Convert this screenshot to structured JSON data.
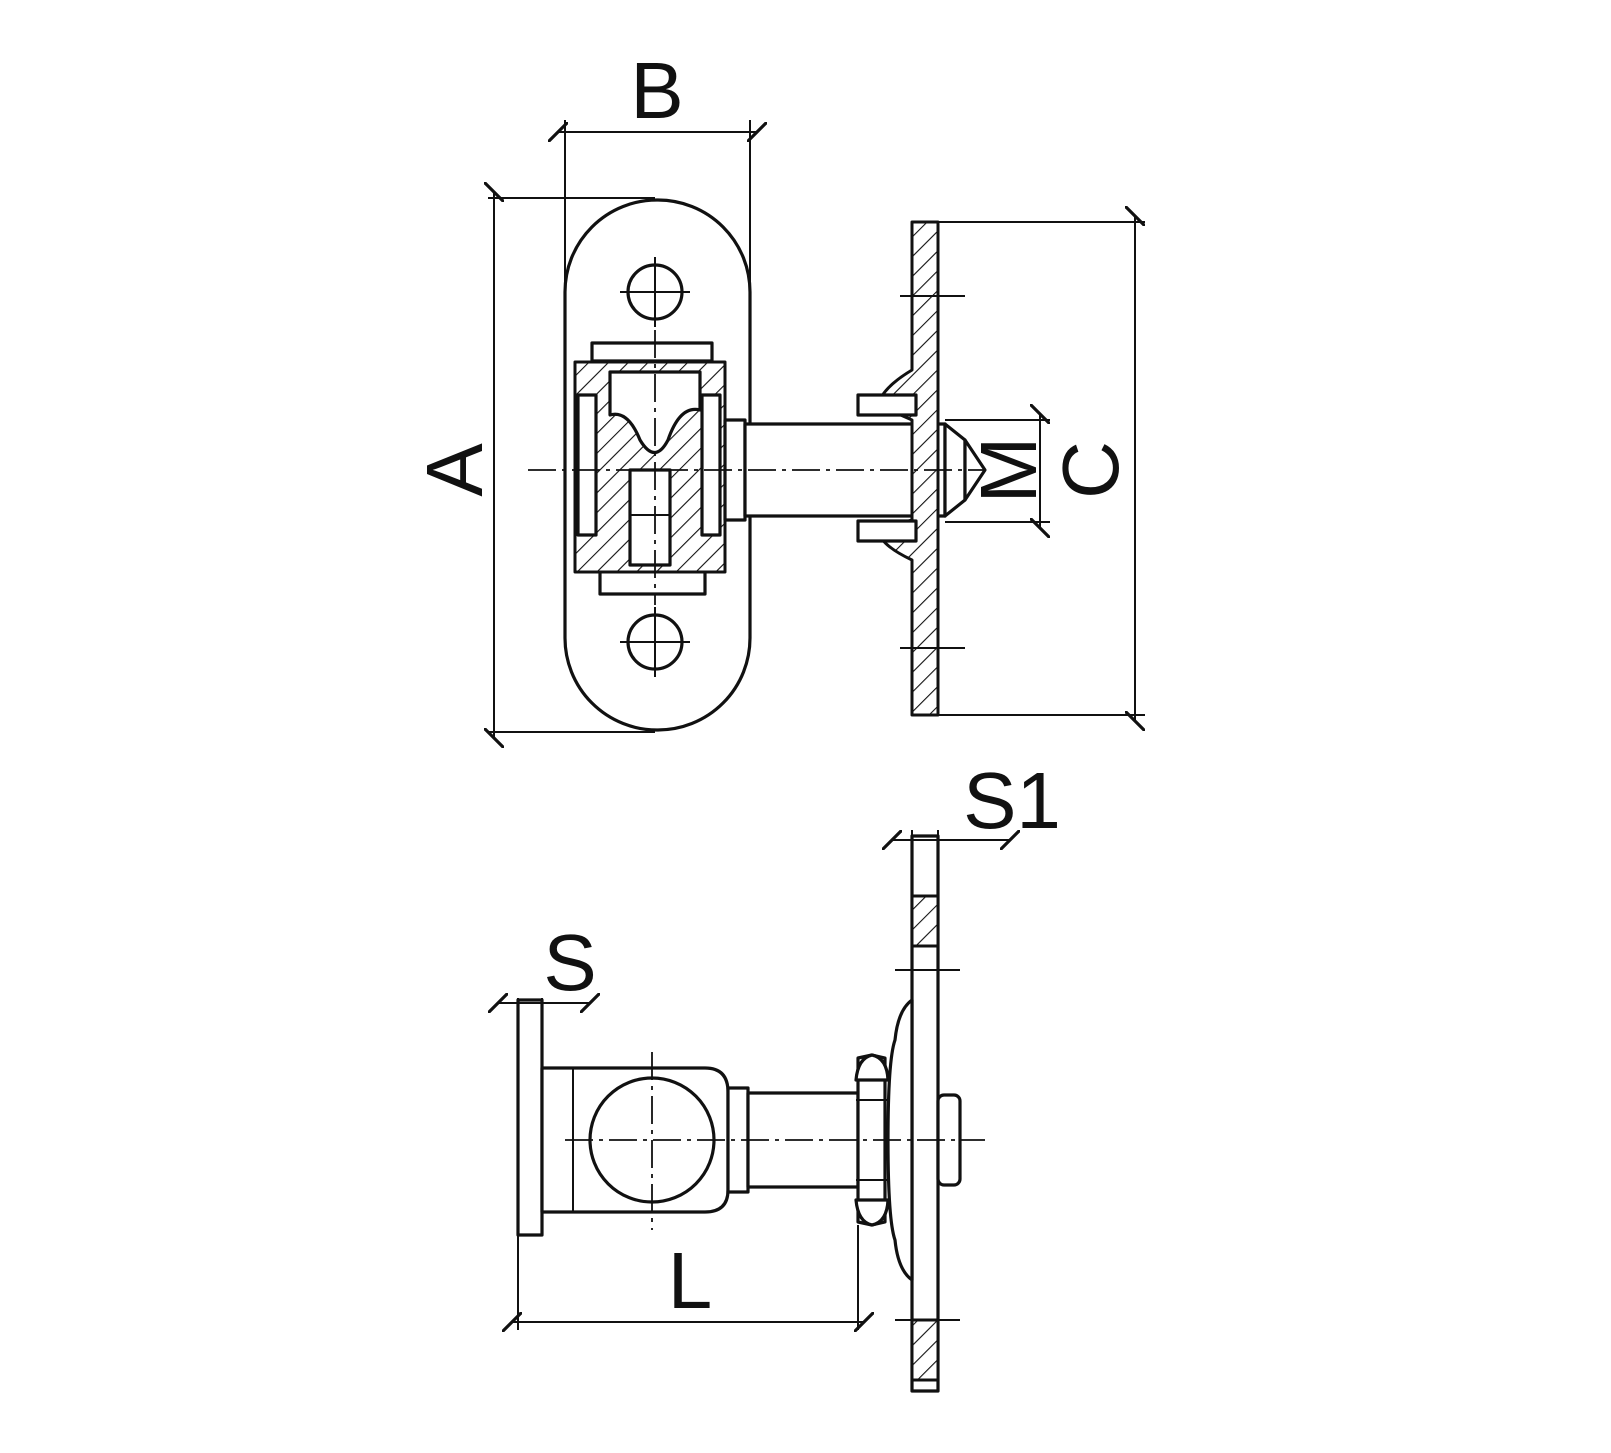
{
  "labels": {
    "a": "A",
    "b": "B",
    "c": "C",
    "m": "M",
    "s": "S",
    "s1": "S1",
    "l": "L"
  },
  "colors": {
    "ink": "#111111",
    "paper": "#ffffff"
  }
}
